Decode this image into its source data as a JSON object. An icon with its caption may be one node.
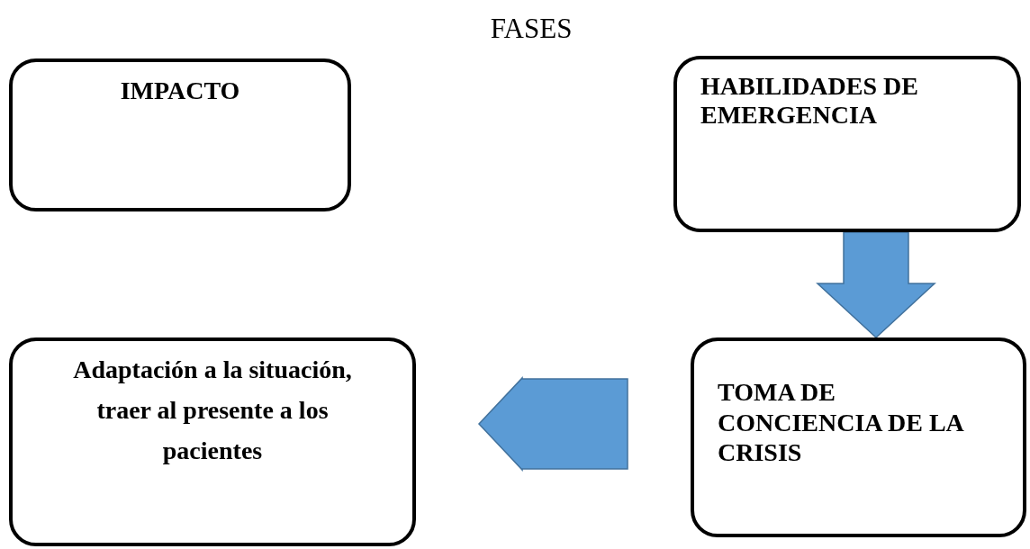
{
  "diagram": {
    "title": "FASES",
    "nodes": [
      {
        "text": [
          "IMPACTO"
        ]
      },
      {
        "text": [
          "HABILIDADES DE EMERGENCIA"
        ]
      },
      {
        "text": [
          "TOMA DE CONCIENCIA DE LA CRISIS"
        ]
      },
      {
        "text": [
          "Adaptación a la situación, traer al presente a los pacientes"
        ]
      }
    ],
    "edges": [
      {
        "from": 1,
        "to": 2,
        "arrow": "to"
      },
      {
        "from": 2,
        "to": 3,
        "arrow": "to"
      }
    ]
  }
}
